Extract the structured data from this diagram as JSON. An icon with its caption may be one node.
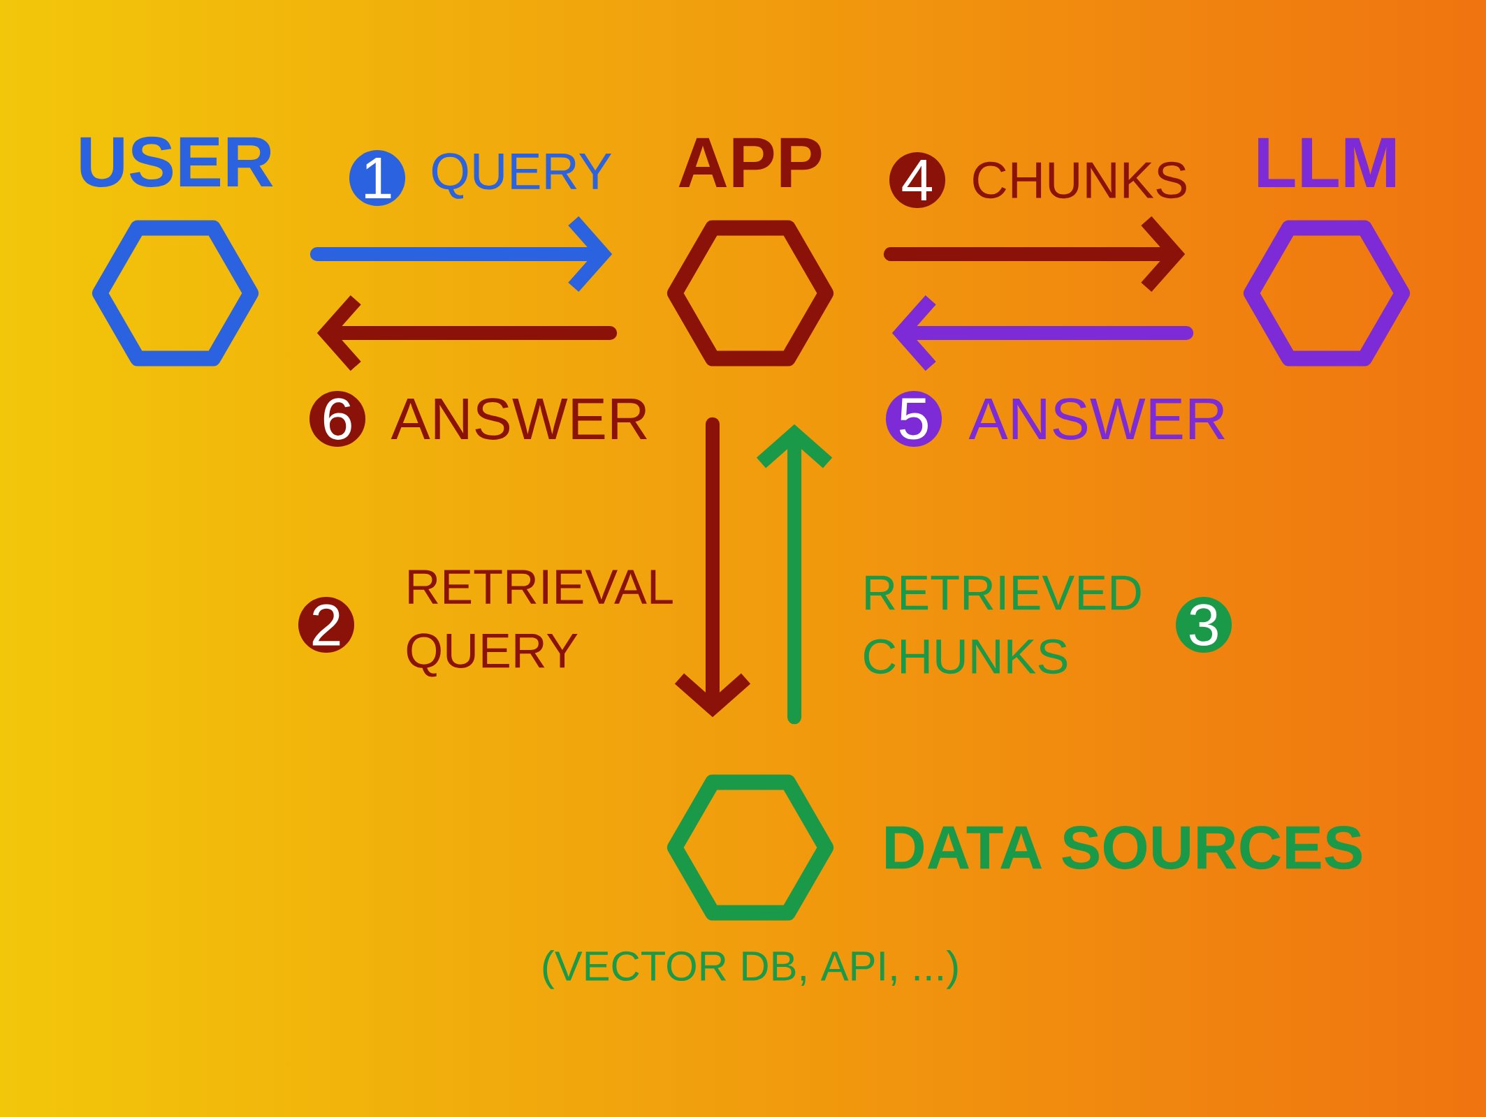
{
  "diagram": {
    "nodes": [
      {
        "text": [
          "USER"
        ]
      },
      {
        "text": [
          "APP"
        ]
      },
      {
        "text": [
          "LLM"
        ]
      },
      {
        "text": [
          "DATA SOURCES"
        ],
        "beside": [
          "(VECTOR DB, API, ...)"
        ]
      }
    ],
    "edges": [
      {
        "from": 0,
        "to": 1,
        "arrow": "to",
        "label": "QUERY",
        "color": "#2a62e0"
      },
      {
        "from": 1,
        "to": 0,
        "arrow": "to",
        "label": "ANSWER",
        "color": "#8b1208"
      },
      {
        "from": 1,
        "to": 2,
        "arrow": "to",
        "label": "CHUNKS",
        "color": "#8b1208"
      },
      {
        "from": 2,
        "to": 1,
        "arrow": "to",
        "label": "ANSWER",
        "color": "#7c2bd6"
      },
      {
        "from": 1,
        "to": 3,
        "arrow": "to",
        "label": "RETRIEVAL QUERY",
        "color": "#8b1208"
      },
      {
        "from": 3,
        "to": 1,
        "arrow": "to",
        "label": "RETRIEVED CHUNKS",
        "color": "#1a9a48"
      }
    ],
    "labels": [
      "1",
      "4",
      "6",
      "5",
      "2",
      "3"
    ]
  }
}
